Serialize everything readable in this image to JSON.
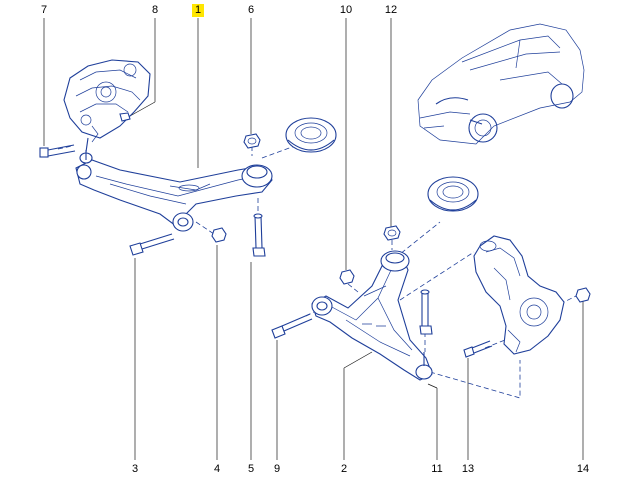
{
  "callouts": {
    "c1": "1",
    "c2": "2",
    "c3": "3",
    "c4": "4",
    "c5": "5",
    "c6": "6",
    "c7": "7",
    "c8": "8",
    "c9": "9",
    "c10": "10",
    "c11": "11",
    "c12": "12",
    "c13": "13",
    "c14": "14"
  },
  "highlight_color": "#ffe600",
  "line_color": "#1f3f9a"
}
